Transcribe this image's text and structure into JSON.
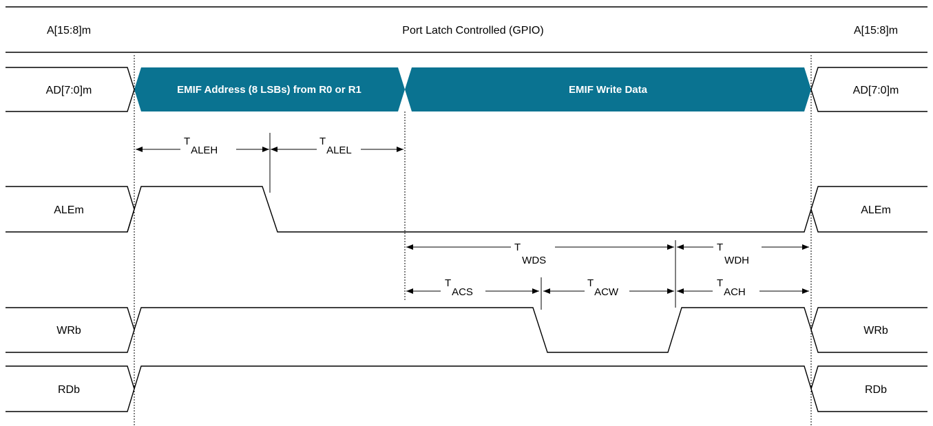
{
  "colors": {
    "data_fill": "#0a7391",
    "line": "#000000",
    "background": "#ffffff"
  },
  "signals": {
    "a_left": "A[15:8]m",
    "a_center": "Port Latch Controlled (GPIO)",
    "a_right": "A[15:8]m",
    "ad_left": "AD[7:0]m",
    "ad_right": "AD[7:0]m",
    "ale_left": "ALEm",
    "ale_right": "ALEm",
    "wr_left": "WRb",
    "wr_right": "WRb",
    "rd_left": "RDb",
    "rd_right": "RDb"
  },
  "data_phases": {
    "address": "EMIF Address (8 LSBs) from R0 or R1",
    "write": "EMIF Write Data"
  },
  "timings": {
    "aleh": {
      "t": "T",
      "sub": "ALEH"
    },
    "alel": {
      "t": "T",
      "sub": "ALEL"
    },
    "wds": {
      "t": "T",
      "sub": "WDS"
    },
    "wdh": {
      "t": "T",
      "sub": "WDH"
    },
    "acs": {
      "t": "T",
      "sub": "ACS"
    },
    "acw": {
      "t": "T",
      "sub": "ACW"
    },
    "ach": {
      "t": "T",
      "sub": "ACH"
    }
  }
}
